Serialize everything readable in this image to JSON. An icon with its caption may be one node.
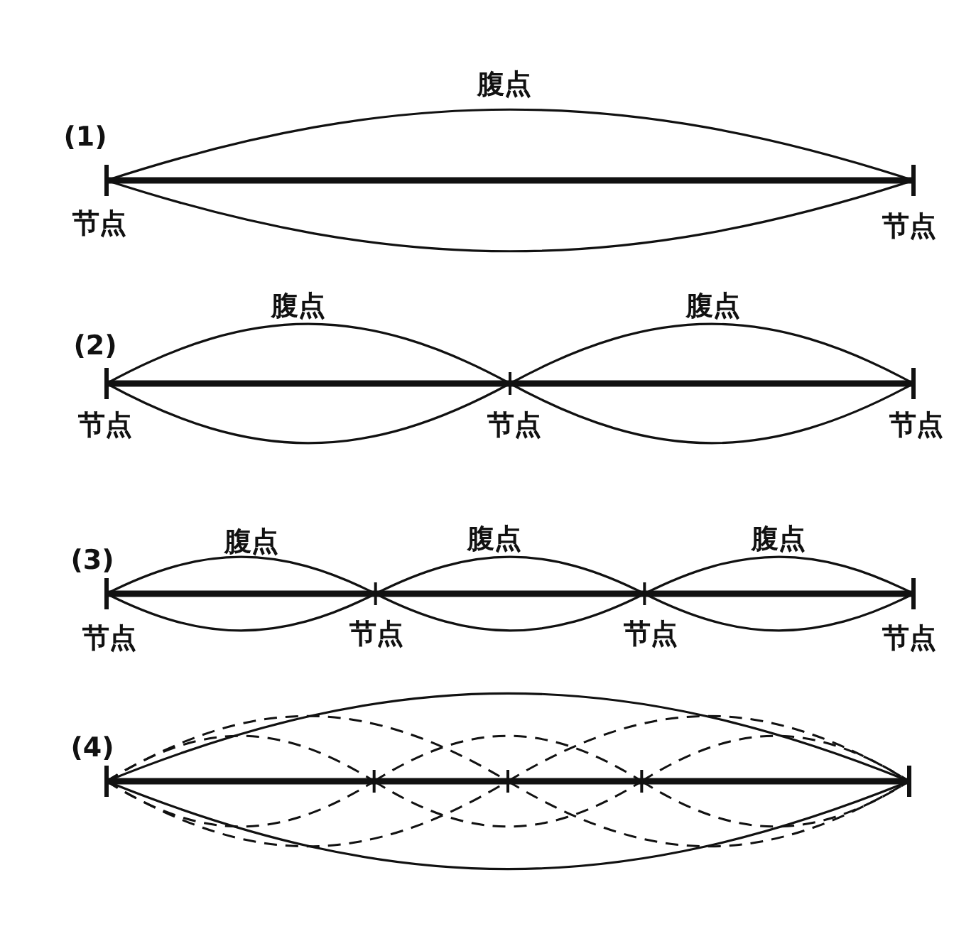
{
  "diagram": {
    "labels": [
      "腹点",
      "(1)",
      "节点",
      "节点",
      "腹点",
      "腹点",
      "(2)",
      "节点",
      "节点",
      "节点",
      "腹点",
      "腹点",
      "腹点",
      "(3)",
      "节点",
      "节点",
      "节点",
      "节点",
      "(4)"
    ]
  }
}
